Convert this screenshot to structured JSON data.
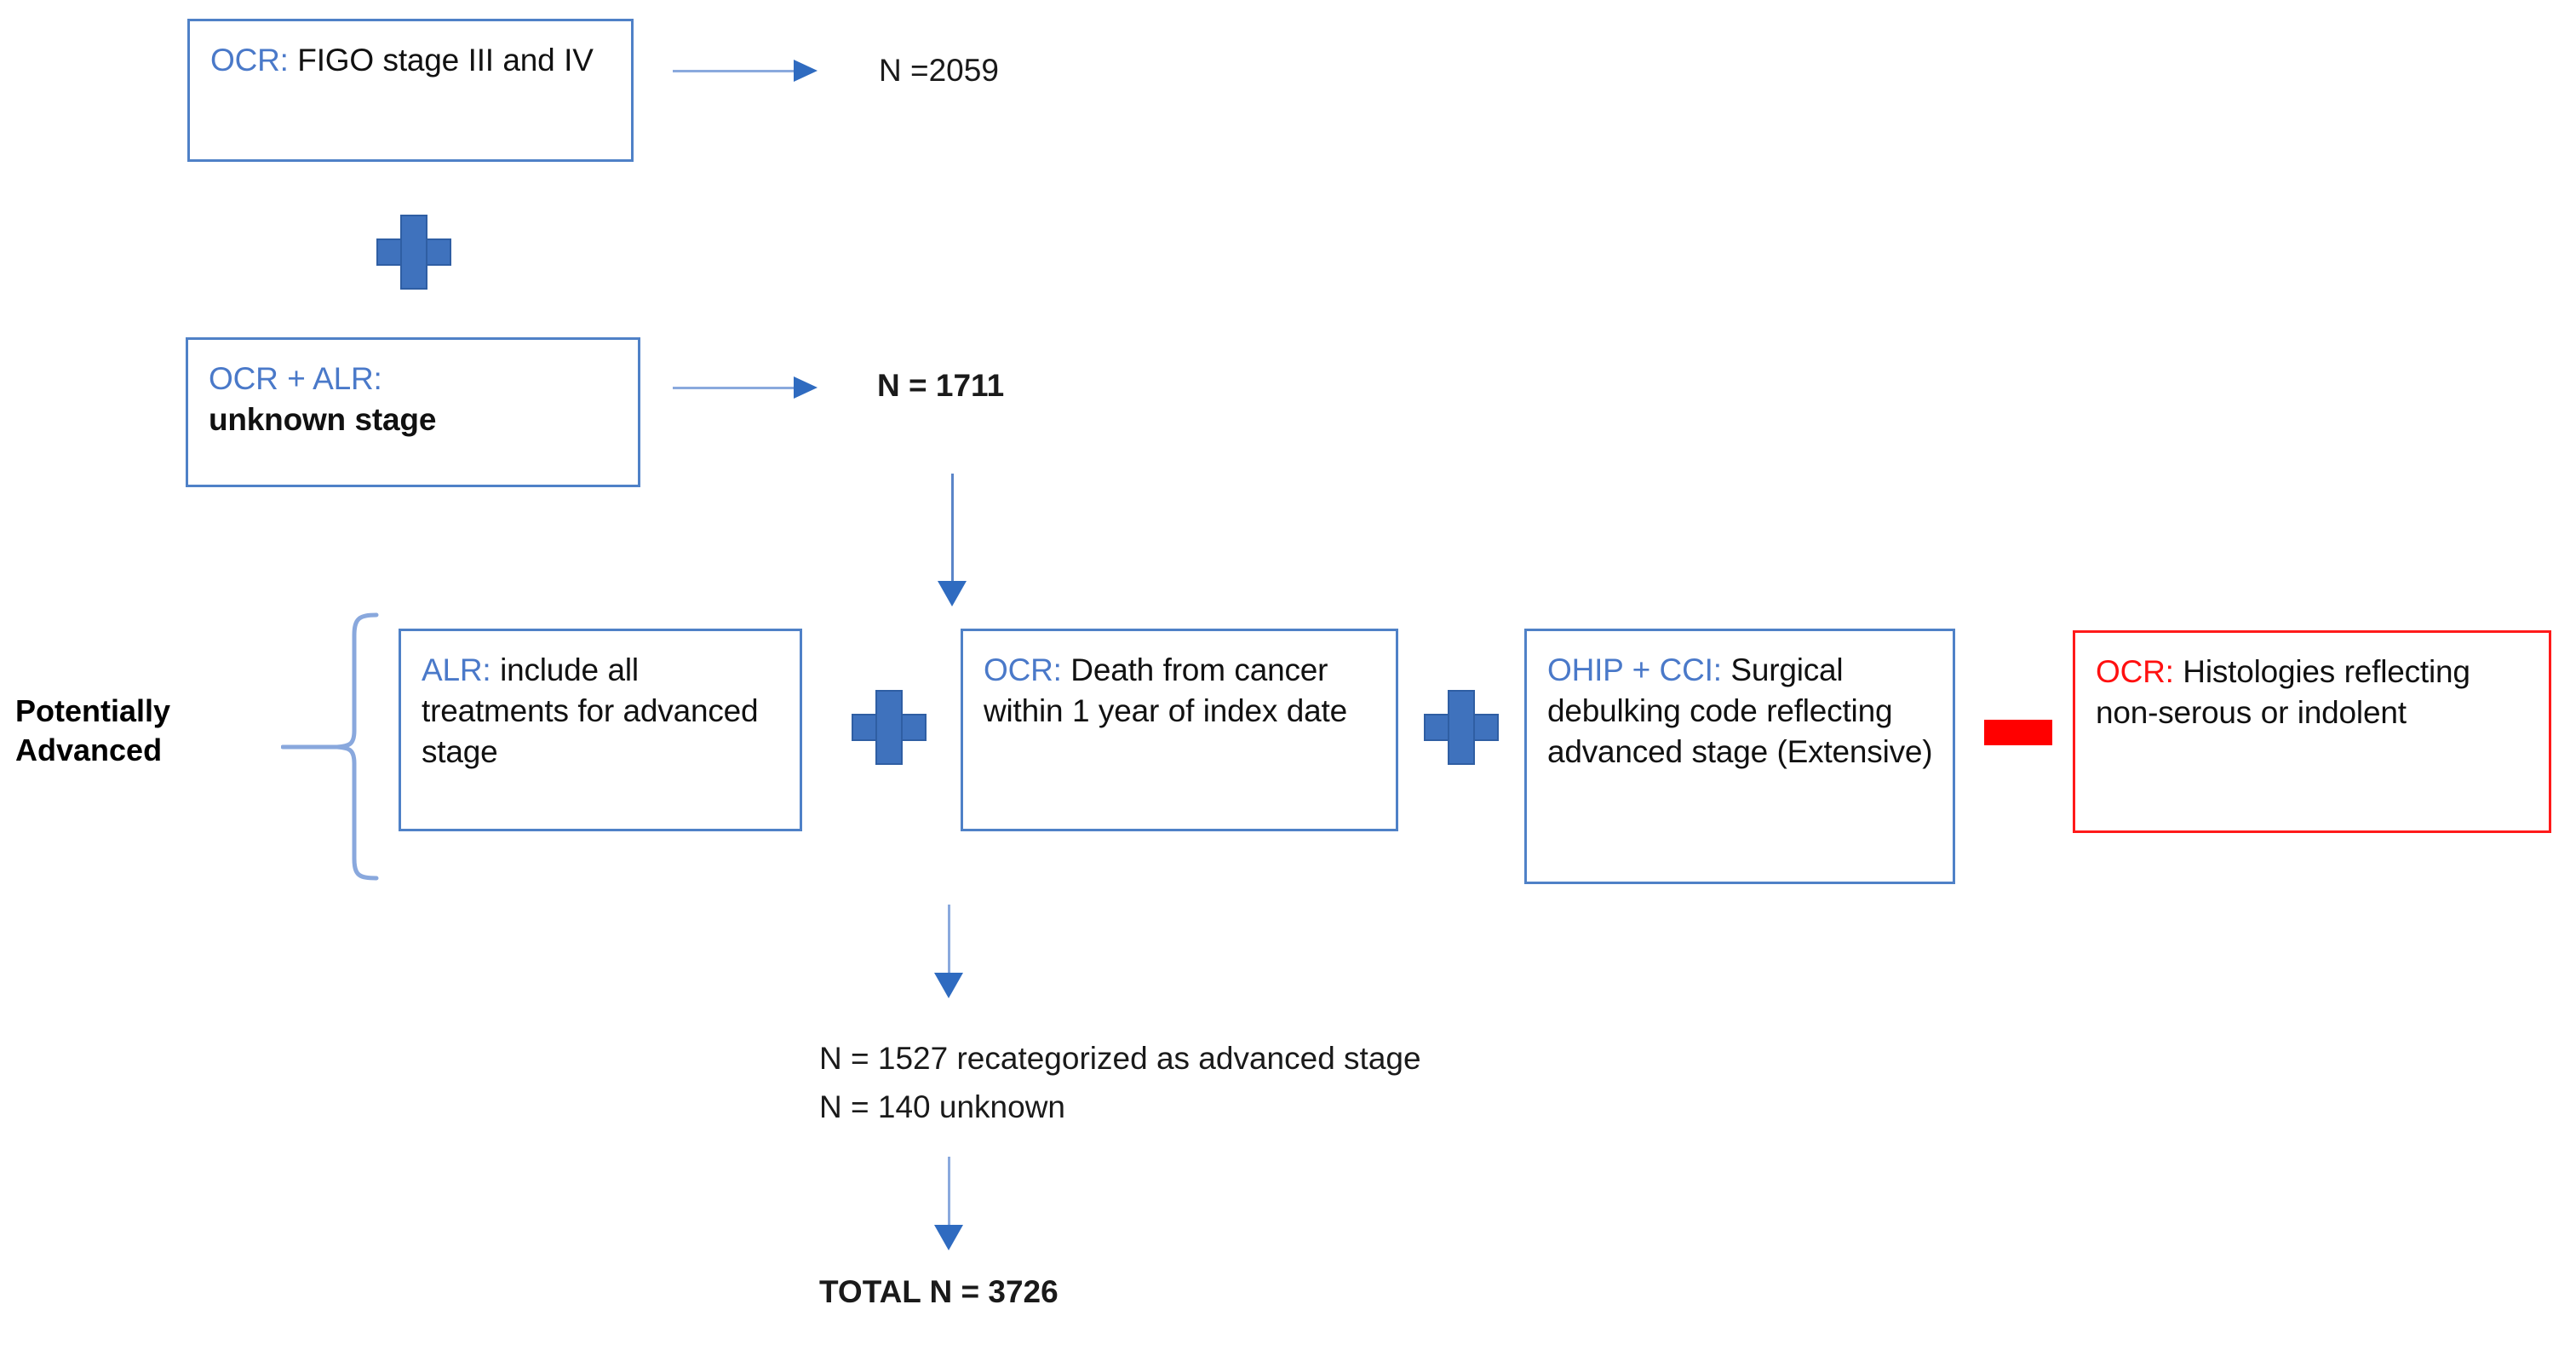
{
  "diagram": {
    "title": "Advanced stage ovarian cancer cohort derivation flow",
    "colors": {
      "box_border_blue": "#4f81c7",
      "box_border_red": "#ff1a1a",
      "source_label_blue": "#4a79c9",
      "source_label_red": "#ff1010",
      "plus_blue": "#3f72bd",
      "minus_red": "#ff0000",
      "arrow_shaft": "#8aa9dd",
      "arrow_head": "#2f6bc0",
      "brace_blue": "#89a8dd",
      "background": "#ffffff"
    }
  },
  "nodes": {
    "figo_stage": {
      "source": "OCR",
      "separator": ":",
      "text": " FIGO stage III and IV"
    },
    "unknown_stage": {
      "source": "OCR + ALR",
      "separator": ":",
      "text": "unknown stage"
    },
    "alr_treatments": {
      "source": "ALR",
      "separator": ":",
      "text": " include all treatments for advanced stage"
    },
    "ocr_death": {
      "source": "OCR",
      "separator": ":",
      "text": " Death from cancer within 1 year of index date"
    },
    "ohip_cci": {
      "source": "OHIP + CCI",
      "separator": ":",
      "text": " Surgical debulking code reflecting advanced stage (Extensive)"
    },
    "ocr_histologies": {
      "source": "OCR",
      "separator": ":",
      "text": " Histologies reflecting non-serous or indolent"
    }
  },
  "counts": {
    "figo_n": "N =2059",
    "unknown_n": "N = 1711",
    "recategorized": "N = 1527 recategorized as advanced stage",
    "unknown_remaining": "N = 140 unknown",
    "total": "TOTAL N = 3726"
  },
  "labels": {
    "potentially_advanced": "Potentially\nAdvanced"
  },
  "operators": {
    "plus_1": "+",
    "plus_2": "+",
    "plus_3": "+",
    "minus_1": "−"
  }
}
